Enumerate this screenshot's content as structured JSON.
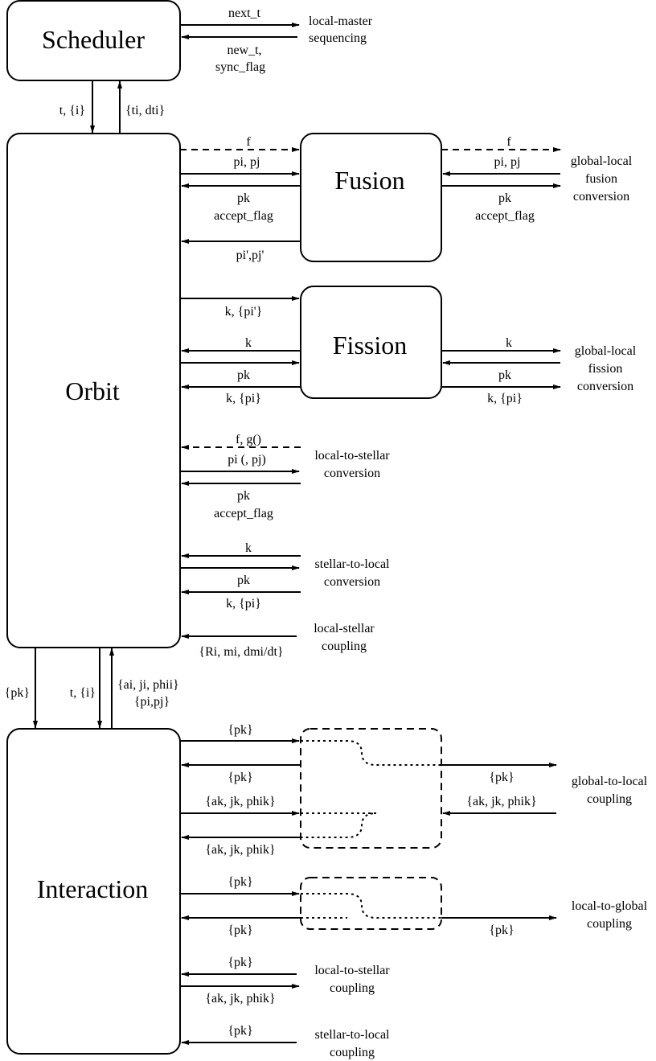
{
  "modules": {
    "scheduler": "Scheduler",
    "orbit": "Orbit",
    "fusion": "Fusion",
    "fission": "Fission",
    "interaction": "Interaction"
  },
  "scheduler": {
    "out_label": "next_t",
    "in_label_1": "new_t,",
    "in_label_2": "sync_flag",
    "ext_1": "local-master",
    "ext_2": "sequencing",
    "down_label": "t, {i}",
    "up_label": "{ti, dti}"
  },
  "fusion": {
    "left_f": "f",
    "left_pipj": "pi, pj",
    "left_pk": "pk",
    "left_accept": "accept_flag",
    "left_pipj_prime": "pi',pj'",
    "right_f": "f",
    "right_pipj": "pi, pj",
    "right_pk": "pk",
    "right_accept": "accept_flag",
    "ext_1": "global-local",
    "ext_2": "fusion",
    "ext_3": "conversion"
  },
  "fission": {
    "left_kpi_prime": "k, {pi'}",
    "left_k": "k",
    "left_pk": "pk",
    "left_kpi": "k, {pi}",
    "right_k": "k",
    "right_pk": "pk",
    "right_kpi": "k, {pi}",
    "ext_1": "global-local",
    "ext_2": "fission",
    "ext_3": "conversion"
  },
  "local_to_stellar_conv": {
    "fg": "f, g()",
    "pi": "pi (, pj)",
    "pk": "pk",
    "accept": "accept_flag",
    "ext_1": "local-to-stellar",
    "ext_2": "conversion"
  },
  "stellar_to_local_conv": {
    "k": "k",
    "pk": "pk",
    "kpi": "k, {pi}",
    "ext_1": "stellar-to-local",
    "ext_2": "conversion"
  },
  "local_stellar_coupling": {
    "label": "{Ri, mi, dmi/dt}",
    "ext_1": "local-stellar",
    "ext_2": "coupling"
  },
  "orbit_interaction": {
    "pk": "{pk}",
    "ti": "t, {i}",
    "up_1": "{ai, ji, phii}",
    "up_2": "{pi,pj}"
  },
  "global_to_local": {
    "l_pk_out": "{pk}",
    "l_pk_in": "{pk}",
    "l_ak_out": "{ak, jk, phik}",
    "l_ak_in": "{ak, jk, phik}",
    "r_pk": "{pk}",
    "r_ak": "{ak, jk, phik}",
    "ext_1": "global-to-local",
    "ext_2": "coupling"
  },
  "local_to_global": {
    "l_pk_out": "{pk}",
    "l_pk_in": "{pk}",
    "r_pk": "{pk}",
    "ext_1": "local-to-global",
    "ext_2": "coupling"
  },
  "local_to_stellar_coupling": {
    "pk": "{pk}",
    "ak": "{ak, jk, phik}",
    "ext_1": "local-to-stellar",
    "ext_2": "coupling"
  },
  "stellar_to_local_coupling": {
    "pk": "{pk}",
    "ext_1": "stellar-to-local",
    "ext_2": "coupling"
  }
}
